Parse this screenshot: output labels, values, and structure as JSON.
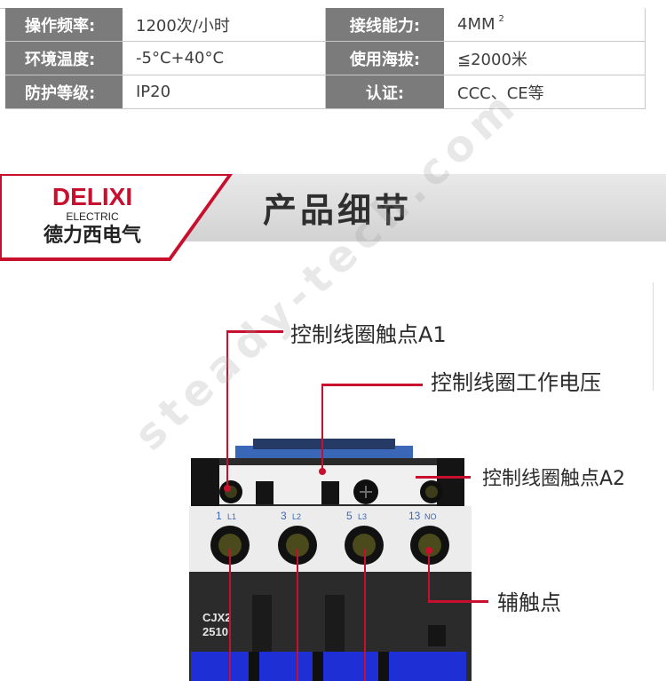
{
  "specs": {
    "rows": [
      {
        "l_label": "操作频率:",
        "l_value": "1200次/小时",
        "r_label": "接线能力:",
        "r_value": "4MM",
        "r_sup": "2"
      },
      {
        "l_label": "环境温度:",
        "l_value": "-5°C+40°C",
        "r_label": "使用海拔:",
        "r_value": "≦2000米"
      },
      {
        "l_label": "防护等级:",
        "l_value": "IP20",
        "r_label": "认证:",
        "r_value": "CCC、CE等"
      }
    ]
  },
  "banner": {
    "brand": "DELIXI",
    "brand_sub": "ELECTRIC",
    "brand_cn": "德力西电气",
    "title": "产品细节",
    "brand_color": "#c8102e"
  },
  "watermark": "steady-tech.com",
  "product": {
    "terminals": [
      {
        "num": "1",
        "sub": "L1"
      },
      {
        "num": "3",
        "sub": "L2"
      },
      {
        "num": "5",
        "sub": "L3"
      },
      {
        "num": "13",
        "sub": "NO"
      }
    ],
    "model_line1": "CJX2",
    "model_line2": "2510"
  },
  "callouts": {
    "a1": "控制线圈触点A1",
    "voltage": "控制线圈工作电压",
    "a2": "控制线圈触点A2",
    "aux": "辅触点"
  }
}
